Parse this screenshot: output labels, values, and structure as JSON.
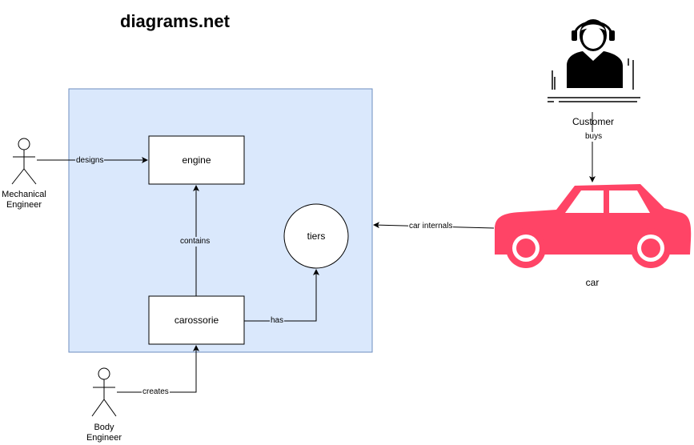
{
  "title": "diagrams.net",
  "container": {
    "fill": "#dae8fc",
    "stroke": "#6c8ebf"
  },
  "nodes": {
    "engine": "engine",
    "carossorie": "carossorie",
    "tiers": "tiers",
    "customer": "Customer",
    "car": "car",
    "mechanical_engineer_line1": "Mechanical",
    "mechanical_engineer_line2": "Engineer",
    "body_engineer_line1": "Body",
    "body_engineer_line2": "Engineer"
  },
  "edges": {
    "designs": "designs",
    "contains": "contains",
    "has": "has",
    "creates": "creates",
    "buys": "buys",
    "car_internals": "car internals"
  },
  "colors": {
    "car": "#ff4466",
    "customer_icon": "#000000"
  },
  "icons": [
    "customer-support-icon",
    "car-icon",
    "actor-icon"
  ]
}
